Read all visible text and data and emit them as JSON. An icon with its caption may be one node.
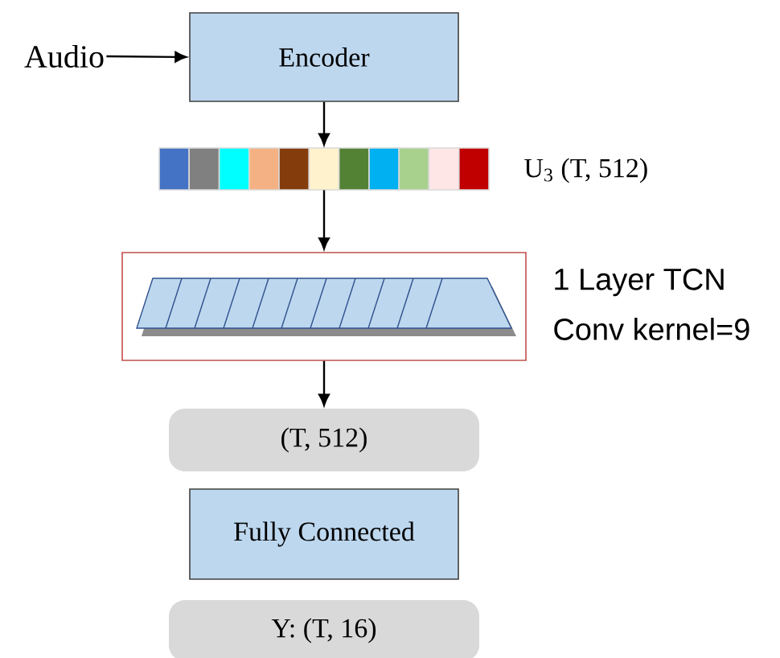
{
  "diagram": {
    "nodes": [
      {
        "text": [
          "Audio"
        ]
      },
      {
        "text": [
          "Encoder"
        ]
      },
      {
        "text": [],
        "shape": "bar",
        "beside": [
          "U$_{3}$ (T, 512)"
        ]
      },
      {
        "text": [],
        "shape": "box",
        "beside": [
          "1 Layer TCN",
          "Conv kernel=9"
        ]
      },
      {
        "text": [
          "(T, 512)"
        ]
      },
      {
        "text": [
          "Fully Connected"
        ]
      },
      {
        "text": [
          "Y: (T, 16)"
        ]
      }
    ],
    "edges": [
      {
        "from": 0,
        "to": 1,
        "arrow": "to"
      },
      {
        "from": 1,
        "to": 2,
        "arrow": "to"
      },
      {
        "from": 2,
        "to": 3,
        "arrow": "to"
      },
      {
        "from": 3,
        "to": 4,
        "arrow": "to"
      }
    ]
  }
}
